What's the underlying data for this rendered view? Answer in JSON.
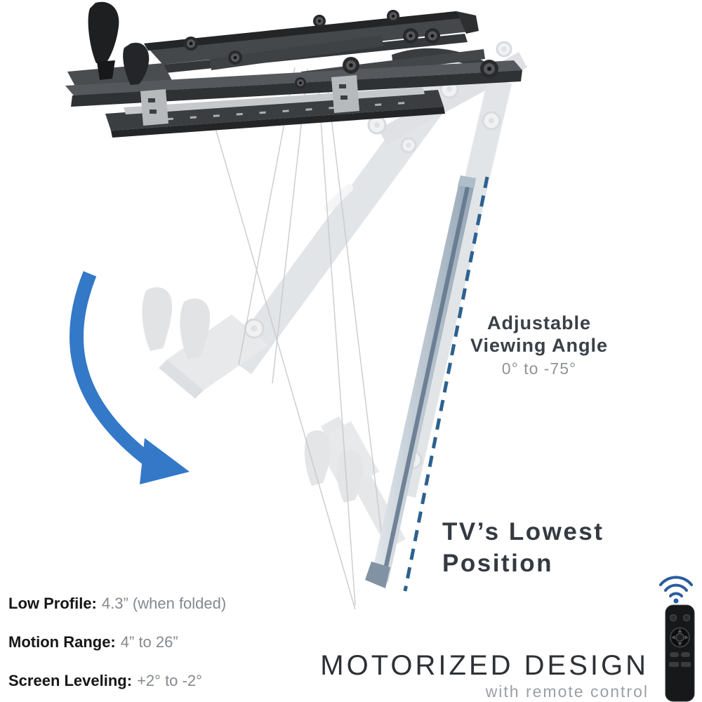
{
  "annotations": {
    "viewing_angle": {
      "line1": "Adjustable",
      "line2": "Viewing Angle",
      "value": "0° to -75°"
    },
    "lowest_position": {
      "line1": "TV’s Lowest",
      "line2": "Position"
    }
  },
  "specs": [
    {
      "label": "Low Profile:",
      "value": "4.3” (when folded)"
    },
    {
      "label": "Motion Range:",
      "value": "4” to 26”"
    },
    {
      "label": "Screen Leveling:",
      "value": "+2° to -2°"
    }
  ],
  "footer": {
    "title": "MOTORIZED DESIGN",
    "subtitle": "with remote control"
  },
  "icons": {
    "motion_arrow": "curved-drop-arrow",
    "wireless": "wireless-signal-waves",
    "remote": "remote-control",
    "dashed_guide": "tv-angle-dashed-line"
  },
  "colors": {
    "accent_blue": "#3478C8",
    "dashed_blue": "#2D618F",
    "wifi_blue": "#2A5CA0",
    "dark_text": "#343A41",
    "gray_text": "#8E9397",
    "mount_dark": "#3B3E41",
    "ghost_gray": "#CCD0D4",
    "tv_edge_blue": "#93A5B5"
  }
}
